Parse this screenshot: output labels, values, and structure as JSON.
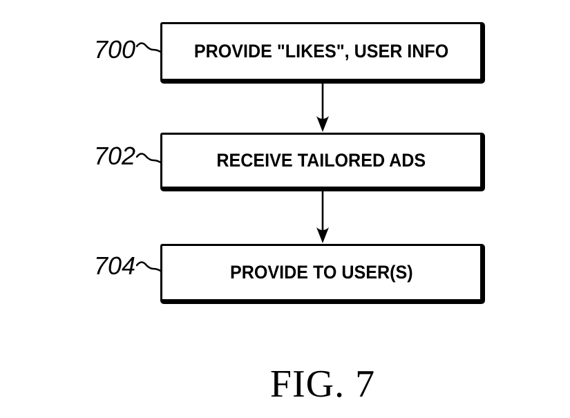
{
  "figure": {
    "caption": "FIG. 7",
    "background": "#ffffff",
    "ink": "#000000",
    "nodes": [
      {
        "ref": "700",
        "label": "PROVIDE \"LIKES\", USER INFO"
      },
      {
        "ref": "702",
        "label": "RECEIVE TAILORED ADS"
      },
      {
        "ref": "704",
        "label": "PROVIDE TO USER(S)"
      }
    ],
    "icons": {
      "leader": "squiggle-leader-line",
      "arrow": "filled-down-arrow"
    }
  }
}
